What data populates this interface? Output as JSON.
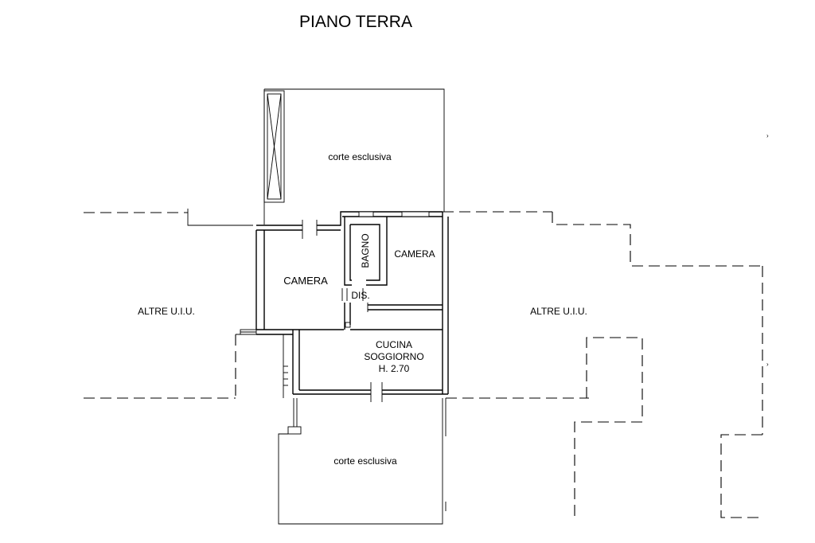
{
  "title": "PIANO TERRA",
  "rooms": {
    "corte_top": "corte esclusiva",
    "corte_bottom": "corte esclusiva",
    "camera_left": "CAMERA",
    "camera_right": "CAMERA",
    "bagno": "BAGNO",
    "dis": "DIS.",
    "cucina_line1": "CUCINA",
    "cucina_line2": "SOGGIORNO",
    "cucina_line3": "H. 2.70",
    "altre_left": "ALTRE U.I.U.",
    "altre_right": "ALTRE U.I.U."
  }
}
